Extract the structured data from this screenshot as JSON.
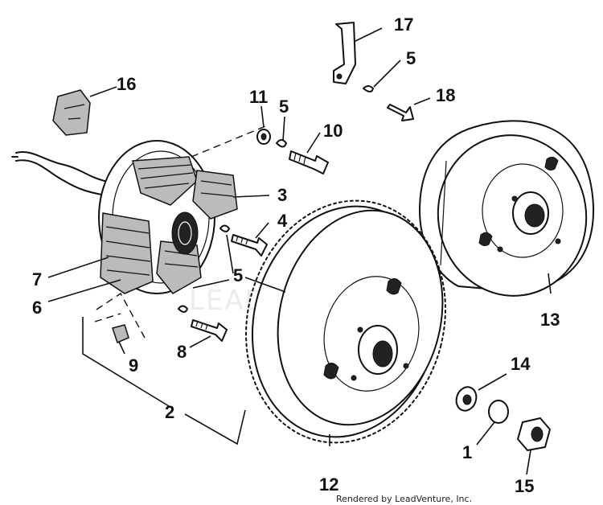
{
  "diagram": {
    "labels": [
      "17",
      "5",
      "18",
      "16",
      "11",
      "5",
      "10",
      "3",
      "4",
      "7",
      "6",
      "5",
      "9",
      "8",
      "2",
      "13",
      "14",
      "1",
      "12",
      "15"
    ],
    "watermark": "LEADVENTURE",
    "footer": "Rendered by LeadVenture, Inc."
  }
}
